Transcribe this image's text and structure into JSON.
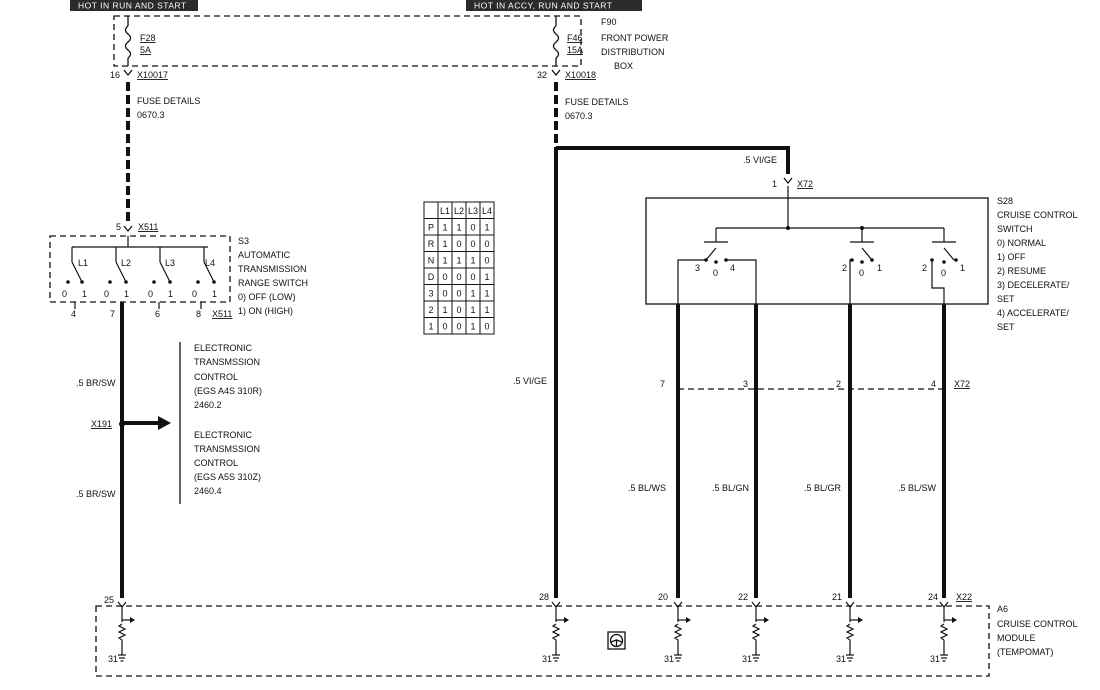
{
  "banners": {
    "left": "HOT IN RUN AND START",
    "right": "HOT IN ACCY, RUN AND START"
  },
  "fuse_box": {
    "id": "F90",
    "lines": [
      "FRONT POWER",
      "DISTRIBUTION",
      "BOX"
    ],
    "f28": {
      "id": "F28",
      "rating": "5A"
    },
    "f46": {
      "id": "F46",
      "rating": "15A"
    },
    "left_pin": "16",
    "left_conn": "X10017",
    "right_pin": "32",
    "right_conn": "X10018"
  },
  "fuse_details_left": [
    "FUSE DETAILS",
    "0670.3"
  ],
  "fuse_details_right": [
    "FUSE DETAILS",
    "0670.3"
  ],
  "s3": {
    "pin_top": "5",
    "conn_top": "X511",
    "id": "S3",
    "lines": [
      "AUTOMATIC",
      "TRANSMISSION",
      "RANGE SWITCH",
      "0)  OFF (LOW)",
      "1)  ON (HIGH)"
    ],
    "switches": [
      "L1",
      "L2",
      "L3",
      "L4"
    ],
    "contact_zero": "0",
    "contact_one": "1",
    "pins_bottom": [
      "4",
      "7",
      "6",
      "8"
    ],
    "conn_bottom": "X511"
  },
  "range_table": {
    "headers": [
      "",
      "L1",
      "L2",
      "L3",
      "L4"
    ],
    "rows": [
      [
        "P",
        "1",
        "1",
        "0",
        "1"
      ],
      [
        "R",
        "1",
        "0",
        "0",
        "0"
      ],
      [
        "N",
        "1",
        "1",
        "1",
        "0"
      ],
      [
        "D",
        "0",
        "0",
        "0",
        "1"
      ],
      [
        "3",
        "0",
        "0",
        "1",
        "1"
      ],
      [
        "2",
        "1",
        "0",
        "1",
        "1"
      ],
      [
        "1",
        "0",
        "0",
        "1",
        "0"
      ]
    ]
  },
  "left_wire": {
    "label_top": ".5 BR/SW",
    "label_bottom": ".5 BR/SW",
    "splice": "X191"
  },
  "egs": {
    "block1": [
      "ELECTRONIC",
      "TRANSMSSION",
      "CONTROL",
      "(EGS A4S 310R)",
      "2460.2"
    ],
    "block2": [
      "ELECTRONIC",
      "TRANSMSSION",
      "CONTROL",
      "(EGS A5S 310Z)",
      "2460.4"
    ]
  },
  "mid_wire": {
    "label": ".5 VI/GE",
    "label_top": ".5 VI/GE"
  },
  "s28": {
    "pin_top": "1",
    "conn_top": "X72",
    "id": "S28",
    "lines": [
      "CRUISE CONTROL",
      "SWITCH",
      "0)  NORMAL",
      "1)  OFF",
      "2)  RESUME",
      "3)  DECELERATE/",
      "     SET",
      "4)  ACCELERATE/",
      "     SET"
    ],
    "sw1_labels": [
      "3",
      "0",
      "4"
    ],
    "sw2_labels": [
      "2",
      "0",
      "1"
    ],
    "sw3_labels": [
      "2",
      "0",
      "1"
    ]
  },
  "x72_row": {
    "pins": [
      "7",
      "3",
      "2",
      "4"
    ],
    "conn": "X72"
  },
  "cruise_wires": [
    ".5 BL/WS",
    ".5 BL/GN",
    ".5 BL/GR",
    ".5 BL/SW"
  ],
  "a6": {
    "id": "A6",
    "lines": [
      "CRUISE CONTROL",
      "MODULE",
      "(TEMPOMAT)"
    ],
    "pins": [
      "25",
      "28",
      "20",
      "22",
      "21",
      "24"
    ],
    "conn": "X22",
    "ground": "31"
  }
}
